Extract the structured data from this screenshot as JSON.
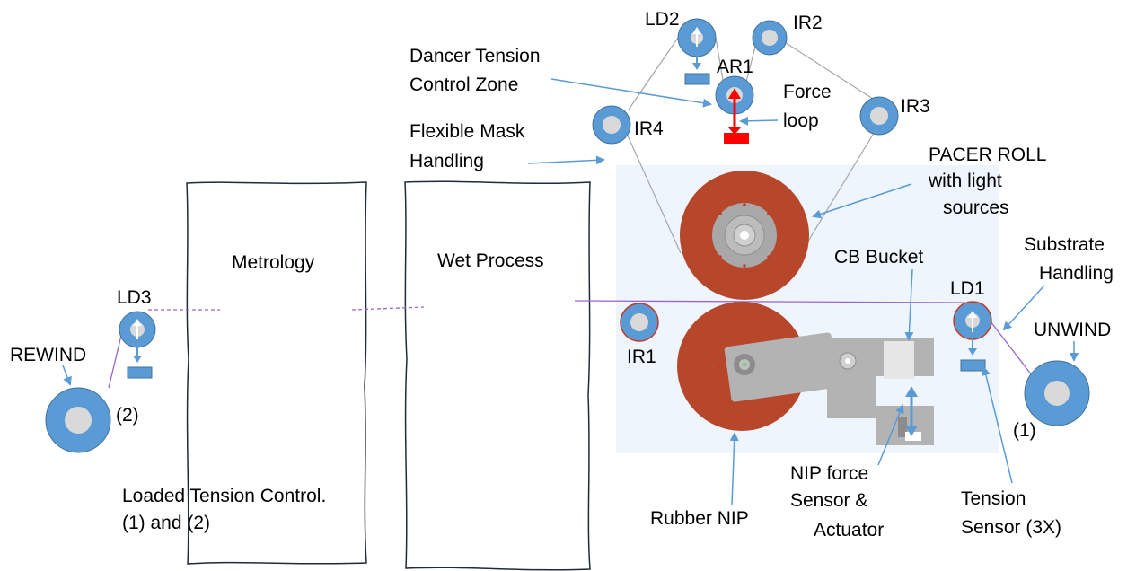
{
  "labels": {
    "ld2": "LD2",
    "ir2": "IR2",
    "ar1": "AR1",
    "ir3": "IR3",
    "ir4": "IR4",
    "ld3": "LD3",
    "ld1": "LD1",
    "ir1": "IR1",
    "dancer_1": "Dancer Tension",
    "dancer_2": "Control Zone",
    "force_1": "Force",
    "force_2": "loop",
    "flex_1": "Flexible Mask",
    "flex_2": "Handling",
    "pacer_1": "PACER ROLL",
    "pacer_2": "with light",
    "pacer_3": "sources",
    "substrate_1": "Substrate",
    "substrate_2": "Handling",
    "unwind": "UNWIND",
    "rewind": "REWIND",
    "cb_bucket": "CB Bucket",
    "metrology": "Metrology",
    "wet_process": "Wet Process",
    "label_2": "(2)",
    "label_1": "(1)",
    "loaded_1": "Loaded Tension Control.",
    "loaded_2": "(1) and (2)",
    "rubber_nip": "Rubber NIP",
    "nip_1": "NIP force",
    "nip_2": "Sensor &",
    "nip_3": "Actuator",
    "tension_1": "Tension",
    "tension_2": "Sensor (3X)"
  },
  "colors": {
    "roller_fill": "#5b9bd5",
    "roller_core": "#d9d9d9",
    "roller_stroke": "#41719c",
    "pacer_roll": "#b7472a",
    "nip_roll": "#b7472a",
    "zone_bg": "#eef5fc",
    "actuator_gray": "#b3b3b3",
    "arrow": "#5b9bd5",
    "force_arrow": "#ff0000",
    "web_line": "#9966cc",
    "ld_block": "#5b9bd5"
  }
}
